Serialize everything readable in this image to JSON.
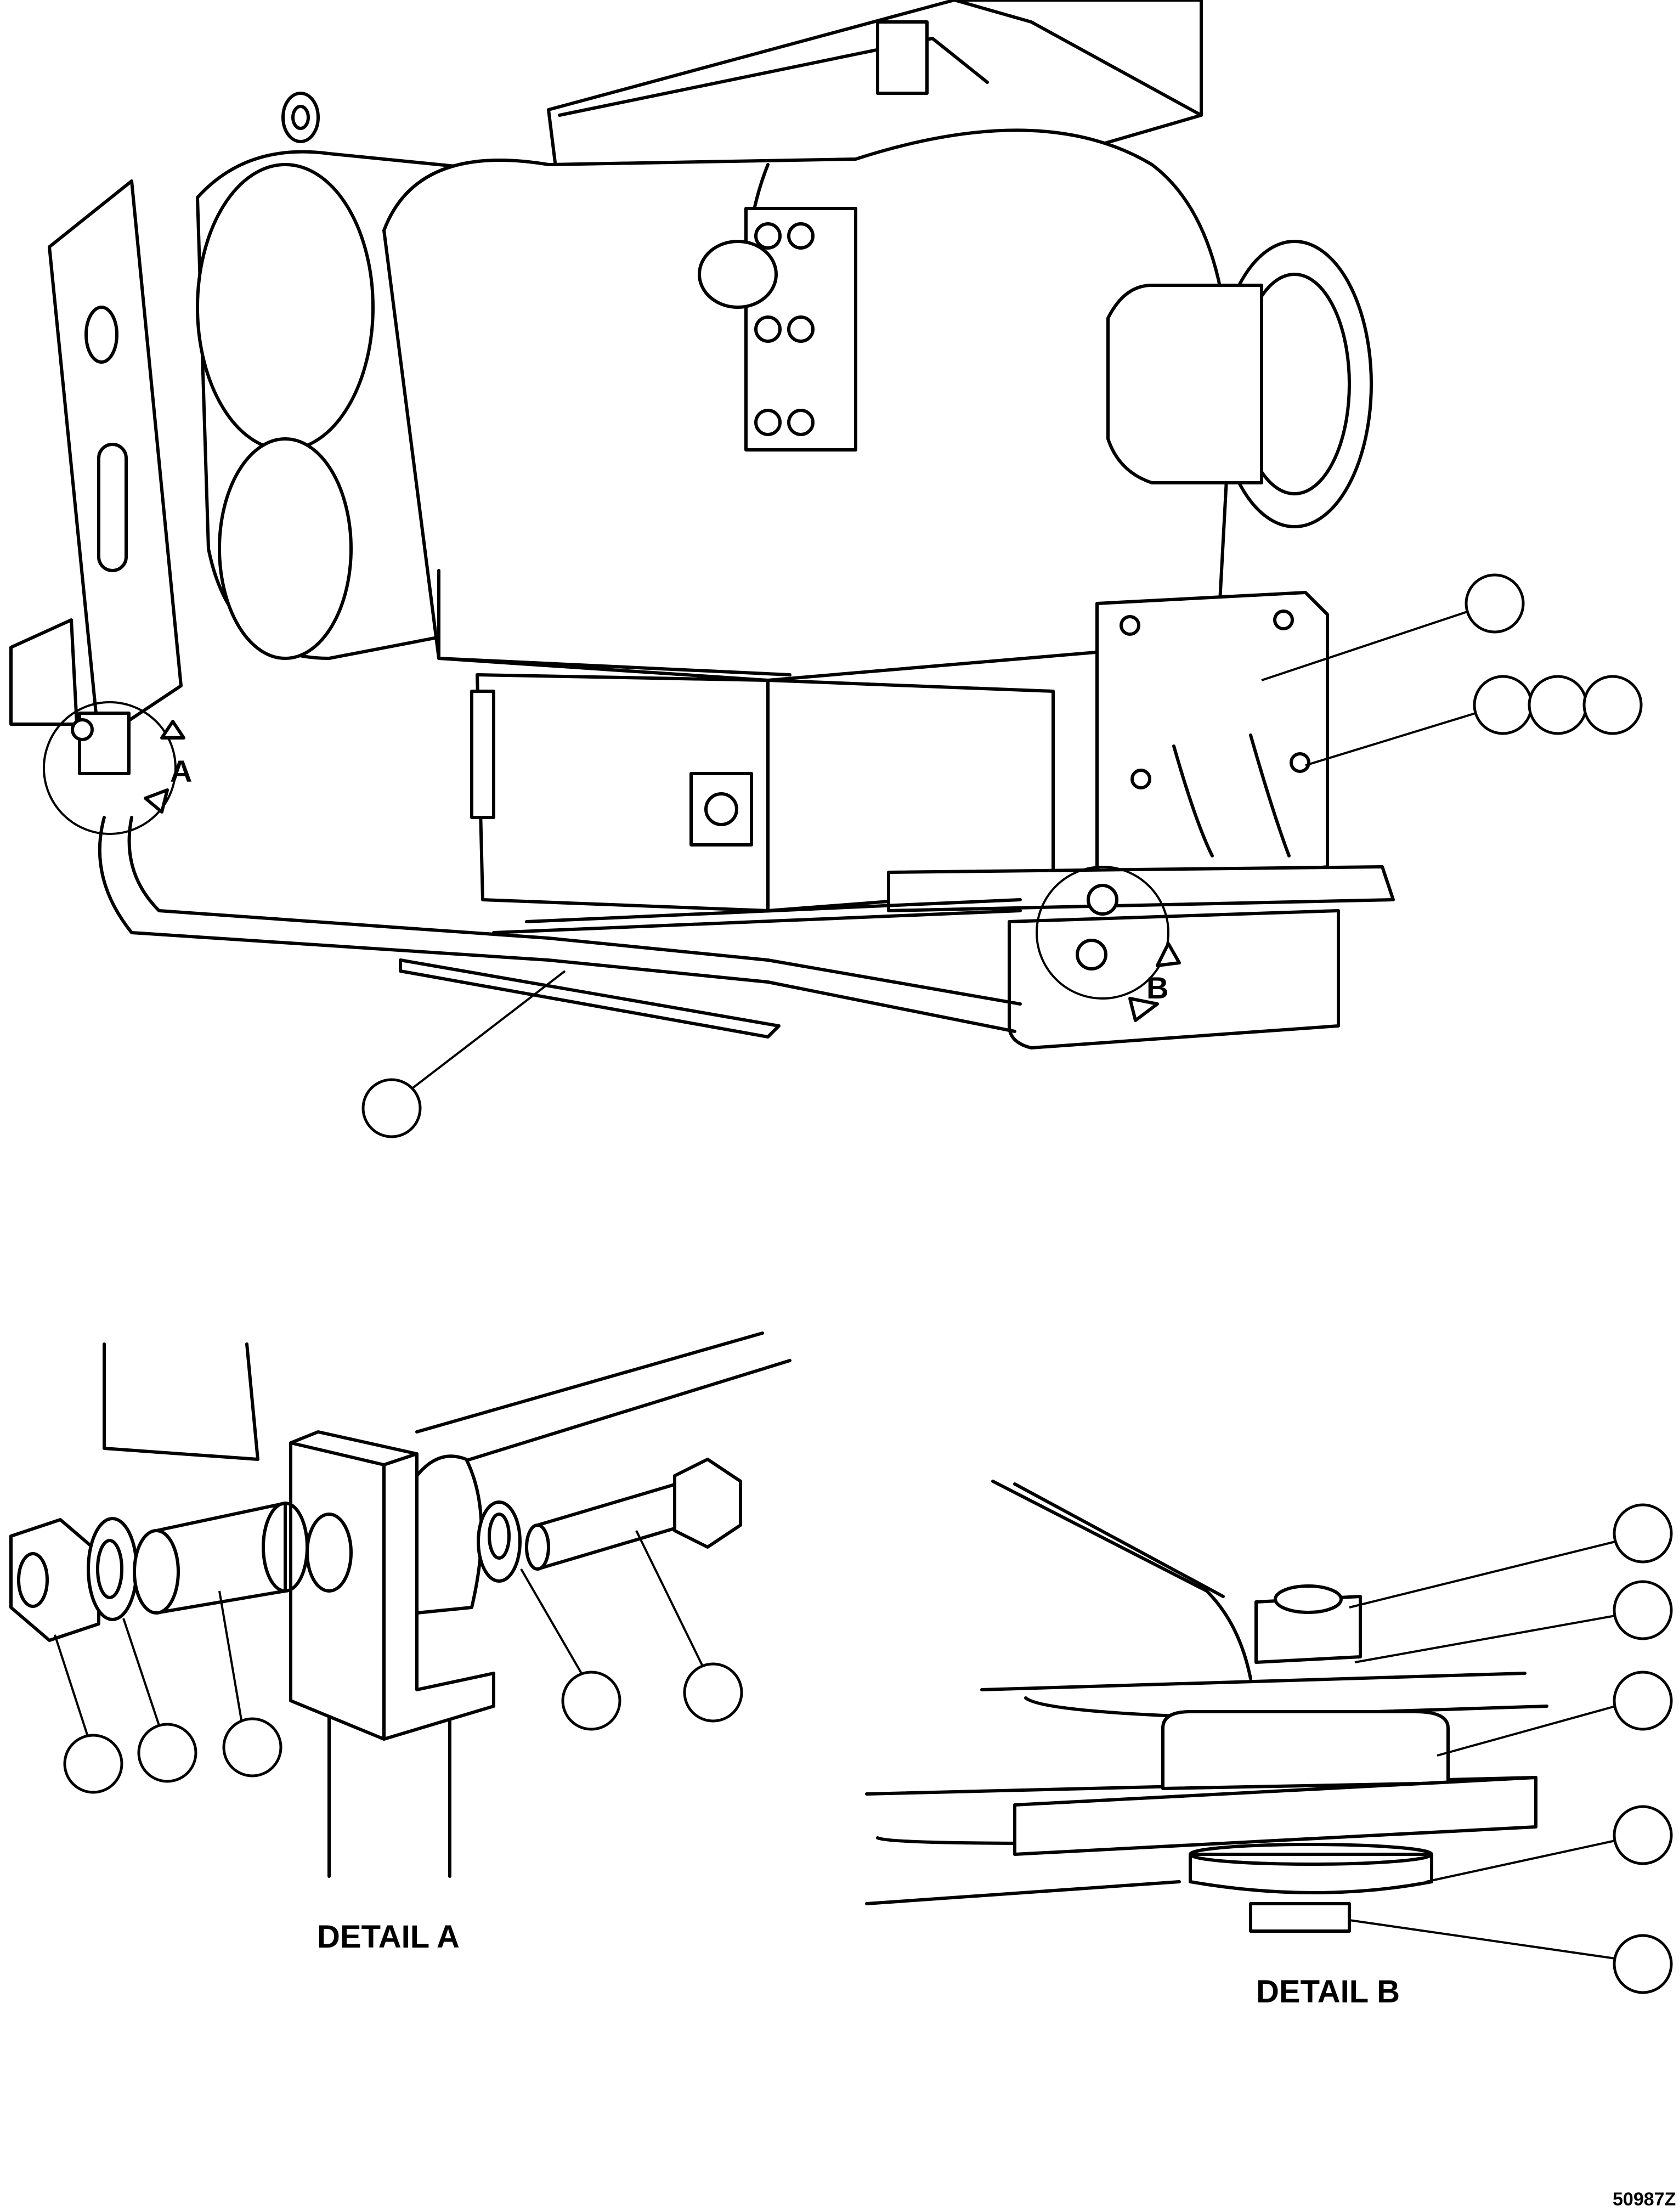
{
  "view_labels": {
    "detail_a_marker": "A",
    "detail_b_marker": "B",
    "detail_a_title": "DETAIL A",
    "detail_b_title": "DETAIL B"
  },
  "drawing_number": "50987Z",
  "callouts": {
    "main_view_count": 5,
    "detail_a_count": 5,
    "detail_b_count": 5
  }
}
